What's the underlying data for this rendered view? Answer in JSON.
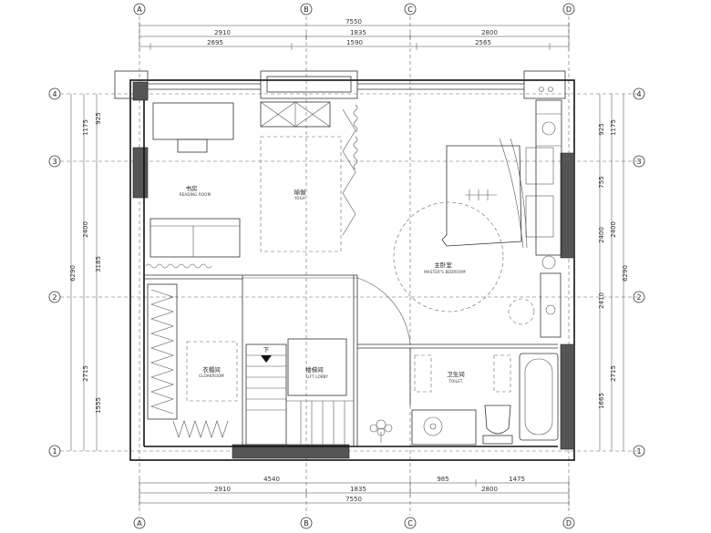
{
  "axes": {
    "cols": [
      "A",
      "B",
      "C",
      "D"
    ],
    "rows": [
      "4",
      "3",
      "2",
      "1"
    ]
  },
  "top_dims": {
    "total": "7550",
    "row1": [
      "2910",
      "1835",
      "2800"
    ],
    "row2": [
      "2695",
      "1590",
      "2565"
    ]
  },
  "bottom_dims": {
    "total": "7550",
    "row1": [
      "4540",
      "985",
      "1475"
    ],
    "row2": [
      "2910",
      "1835",
      "2800"
    ]
  },
  "left_dims": {
    "total": "6290",
    "outer": [
      "1175",
      "2400",
      "2715"
    ],
    "inner_a": [
      "925",
      "3185",
      "1555"
    ]
  },
  "right_dims": {
    "total": "6290",
    "outer": [
      "1175",
      "2400",
      "2715"
    ],
    "inner": [
      "925",
      "755",
      "2400",
      "2410",
      "1665"
    ]
  },
  "rooms": {
    "reading": {
      "cn": "书房",
      "en": "READING ROOM"
    },
    "yoga": {
      "cn": "瑜伽",
      "en": "YOGA"
    },
    "master": {
      "cn": "主卧室",
      "en": "MASTER'S BEDROOM"
    },
    "cloak": {
      "cn": "衣帽间",
      "en": "CLOAKROOM"
    },
    "lift": {
      "cn": "楼梯间",
      "en": "LIFT LOBBY"
    },
    "toilet": {
      "cn": "卫生间",
      "en": "TOILET"
    }
  },
  "stair_mark": "下"
}
